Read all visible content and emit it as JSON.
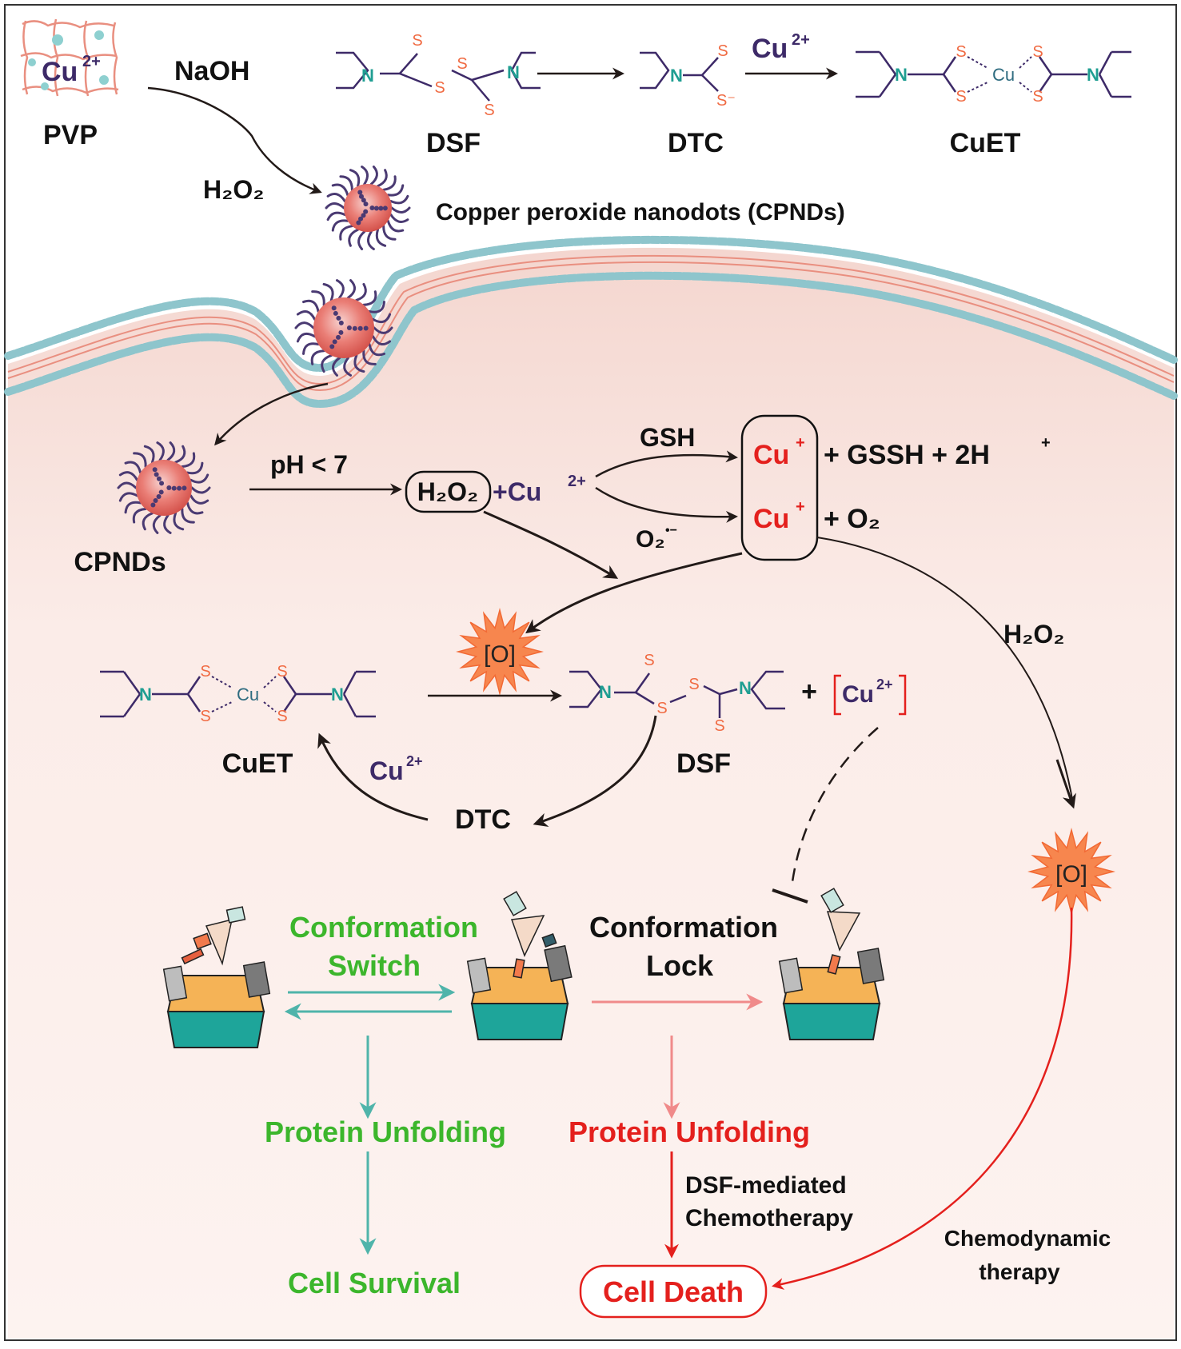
{
  "colors": {
    "cell_bg": "#f9e6e1",
    "membrane_head": "#8ec5cc",
    "membrane_tail": "#e98f80",
    "carbon": "#3d2a68",
    "nitrogen": "#1f9e92",
    "sulfur": "#f06b43",
    "copper_text": "#3d2a68",
    "cu_plus": "#e4201d",
    "green": "#3cb62c",
    "red": "#e4201d",
    "teal_arrow": "#4fb4aa",
    "pink_arrow": "#f08a8a",
    "burst": "#f7864e",
    "nanodot": "#e0645e",
    "spike": "#4a3a72"
  },
  "top": {
    "pvp_grid_cu": "Cu",
    "pvp_grid_charge": "2+",
    "pvp_label": "PVP",
    "naoh": "NaOH",
    "h2o2": "H₂O₂",
    "cpnd_caption": "Copper peroxide nanodots (CPNDs)",
    "dsf_label": "DSF",
    "dtc_label": "DTC",
    "cu2_reagent": "Cu",
    "cu2_reagent_charge": "2+",
    "cuet_label": "CuET",
    "atom_n": "N",
    "atom_s": "S",
    "atom_cu": "Cu",
    "dtc_anion": "S⁻"
  },
  "reactions": {
    "cpnds_label": "CPNDs",
    "ph": "pH < 7",
    "h2o2_box": "H₂O₂",
    "plus_cu2": "+Cu",
    "plus_cu2_charge": "2+",
    "gsh": "GSH",
    "superoxide": "O₂",
    "superoxide_charge": "•−",
    "cu_plus_1": "Cu",
    "cu_plus_1_charge": "+",
    "gssh_products": "+ GSSH  +  2H",
    "gssh_products_charge": "+",
    "cu_plus_2": "Cu",
    "cu_plus_2_charge": "+",
    "o2_product": "+ O₂",
    "h2o2_right": "H₂O₂",
    "oxygen_burst_1": "[O]",
    "oxygen_burst_2": "[O]",
    "cuet_mid": "CuET",
    "dsf_mid": "DSF",
    "dtc_mid": "DTC",
    "cu2_cycle": "Cu",
    "cu2_cycle_charge": "2+",
    "plus_sign": "+",
    "cu2_bracket": "Cu",
    "cu2_bracket_charge": "2+"
  },
  "proteins": {
    "switch_line1": "Conformation",
    "switch_line2": "Switch",
    "lock_line1": "Conformation",
    "lock_line2": "Lock",
    "unfolding_green": "Protein Unfolding",
    "unfolding_red": "Protein Unfolding",
    "survival": "Cell Survival",
    "death": "Cell Death",
    "dsf_chemo_line1": "DSF-mediated",
    "dsf_chemo_line2": "Chemotherapy",
    "cdt_line1": "Chemodynamic",
    "cdt_line2": "therapy"
  }
}
